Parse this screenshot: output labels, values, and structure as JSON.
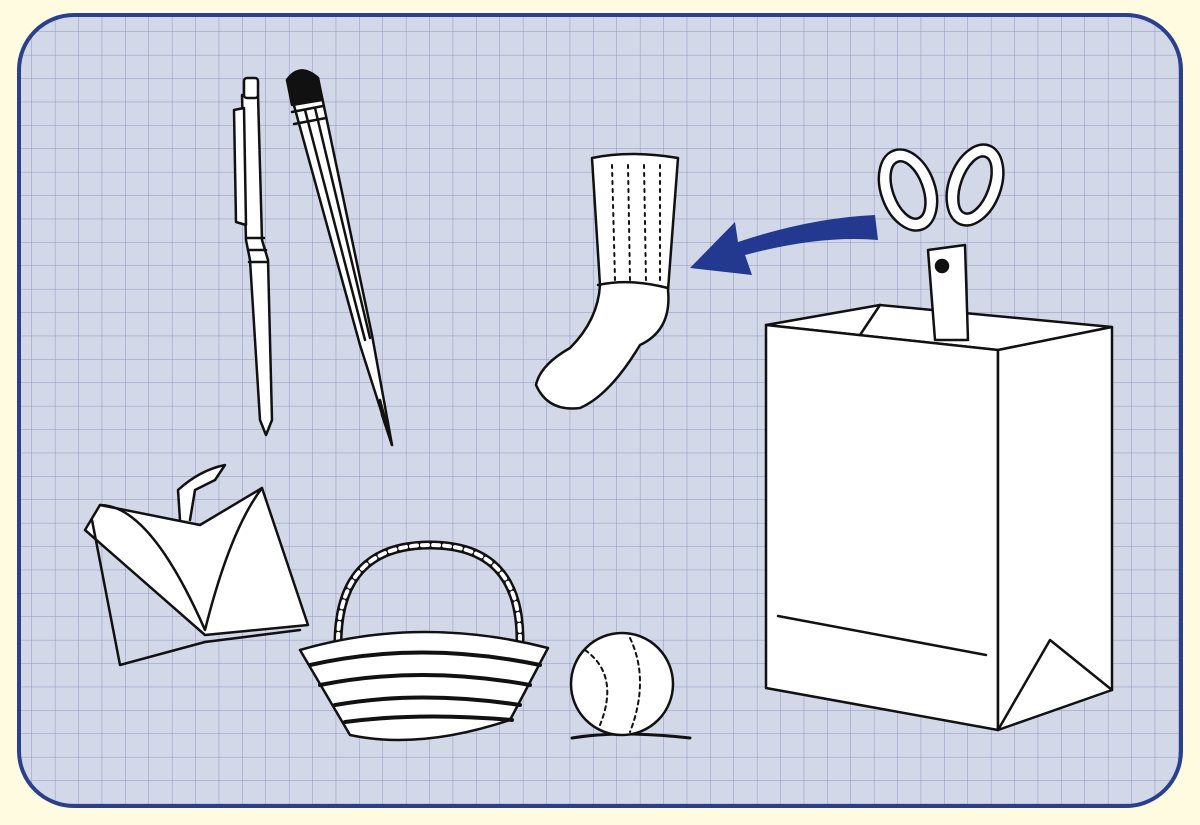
{
  "colors": {
    "background": "#fefbe0",
    "panel": "#d3d8e8",
    "grid": "#8f94c0",
    "border": "#2b3f8f",
    "arrow": "#22398f",
    "ink": "#111111",
    "object_fill": "#ffffff"
  },
  "objects": [
    "pen",
    "pencil",
    "sock",
    "scissors",
    "paper-bag",
    "open-book",
    "basket",
    "ball"
  ],
  "arrow": {
    "from": "scissors",
    "to": "sock"
  }
}
